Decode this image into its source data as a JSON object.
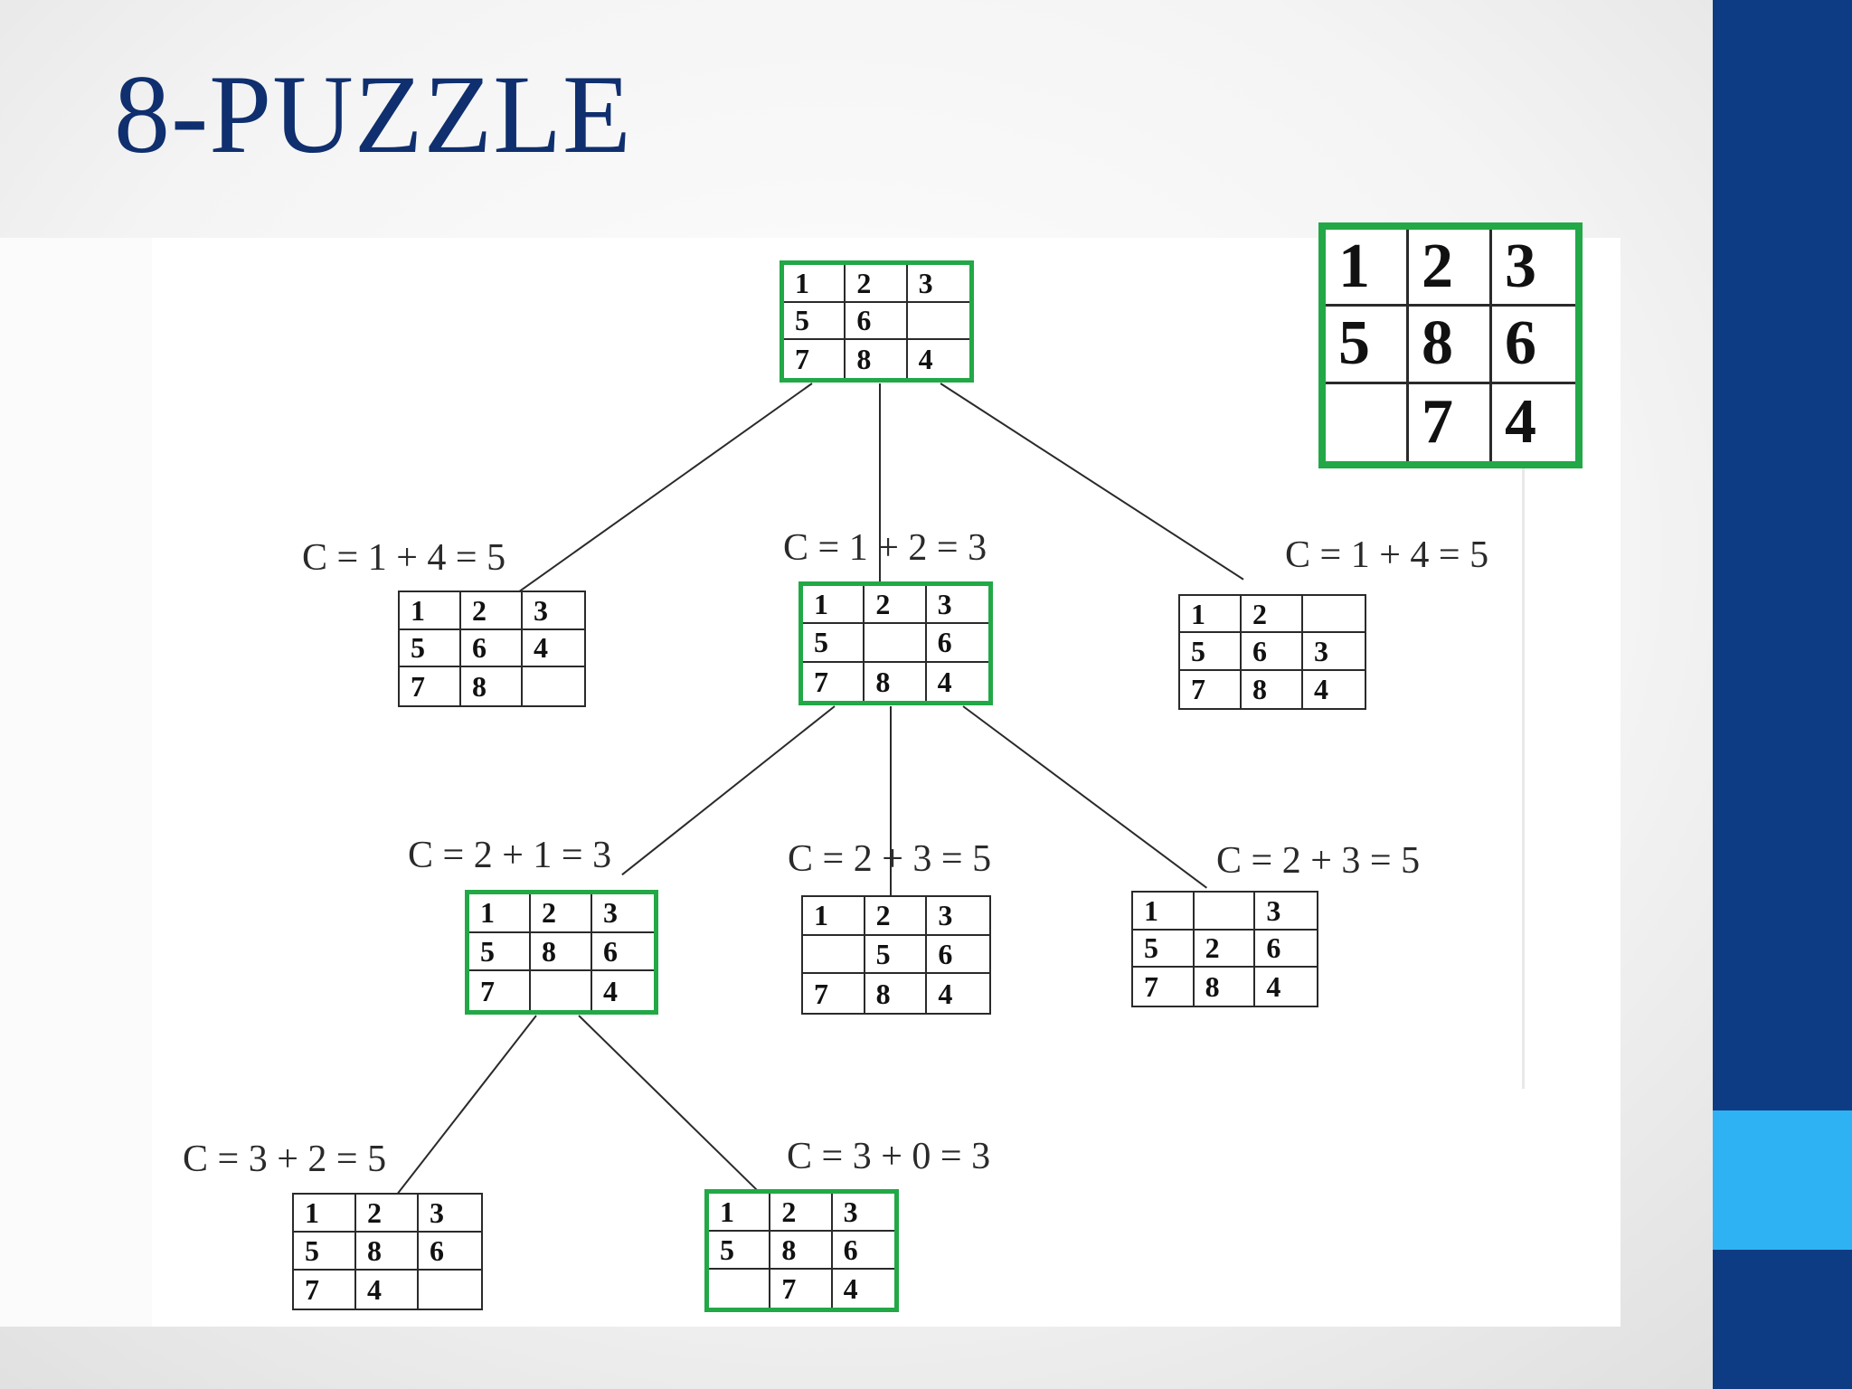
{
  "slide": {
    "title": "8-PUZZLE"
  },
  "colors": {
    "title": "#0f2f6e",
    "sidebar": "#0e3c84",
    "sidebar_accent": "#2eb2f4",
    "highlight_border": "#22a846"
  },
  "goal": {
    "tiles": [
      "1",
      "2",
      "3",
      "5",
      "8",
      "6",
      "",
      "7",
      "4"
    ]
  },
  "tree": {
    "root": {
      "tiles": [
        "1",
        "2",
        "3",
        "5",
        "6",
        "",
        "7",
        "8",
        "4"
      ]
    },
    "left": {
      "cost": "C = 1 + 4 = 5",
      "tiles": [
        "1",
        "2",
        "3",
        "5",
        "6",
        "4",
        "7",
        "8",
        ""
      ]
    },
    "middle": {
      "cost": "C = 1 + 2 = 3",
      "tiles": [
        "1",
        "2",
        "3",
        "5",
        "",
        "6",
        "7",
        "8",
        "4"
      ]
    },
    "right": {
      "cost": "C = 1 + 4 = 5",
      "tiles": [
        "1",
        "2",
        "",
        "5",
        "6",
        "3",
        "7",
        "8",
        "4"
      ]
    },
    "middle_left": {
      "cost": "C = 2 + 1 = 3",
      "tiles": [
        "1",
        "2",
        "3",
        "5",
        "8",
        "6",
        "7",
        "",
        "4"
      ]
    },
    "middle_middle": {
      "cost": "C = 2 + 3 = 5",
      "tiles": [
        "1",
        "2",
        "3",
        "",
        "5",
        "6",
        "7",
        "8",
        "4"
      ]
    },
    "middle_right": {
      "cost": "C = 2 + 3 = 5",
      "tiles": [
        "1",
        "",
        "3",
        "5",
        "2",
        "6",
        "7",
        "8",
        "4"
      ]
    },
    "bottom_left": {
      "cost": "C = 3 + 2 = 5",
      "tiles": [
        "1",
        "2",
        "3",
        "5",
        "8",
        "6",
        "7",
        "4",
        ""
      ]
    },
    "bottom_right": {
      "cost": "C = 3 + 0 = 3",
      "tiles": [
        "1",
        "2",
        "3",
        "5",
        "8",
        "6",
        "",
        "7",
        "4"
      ]
    }
  }
}
